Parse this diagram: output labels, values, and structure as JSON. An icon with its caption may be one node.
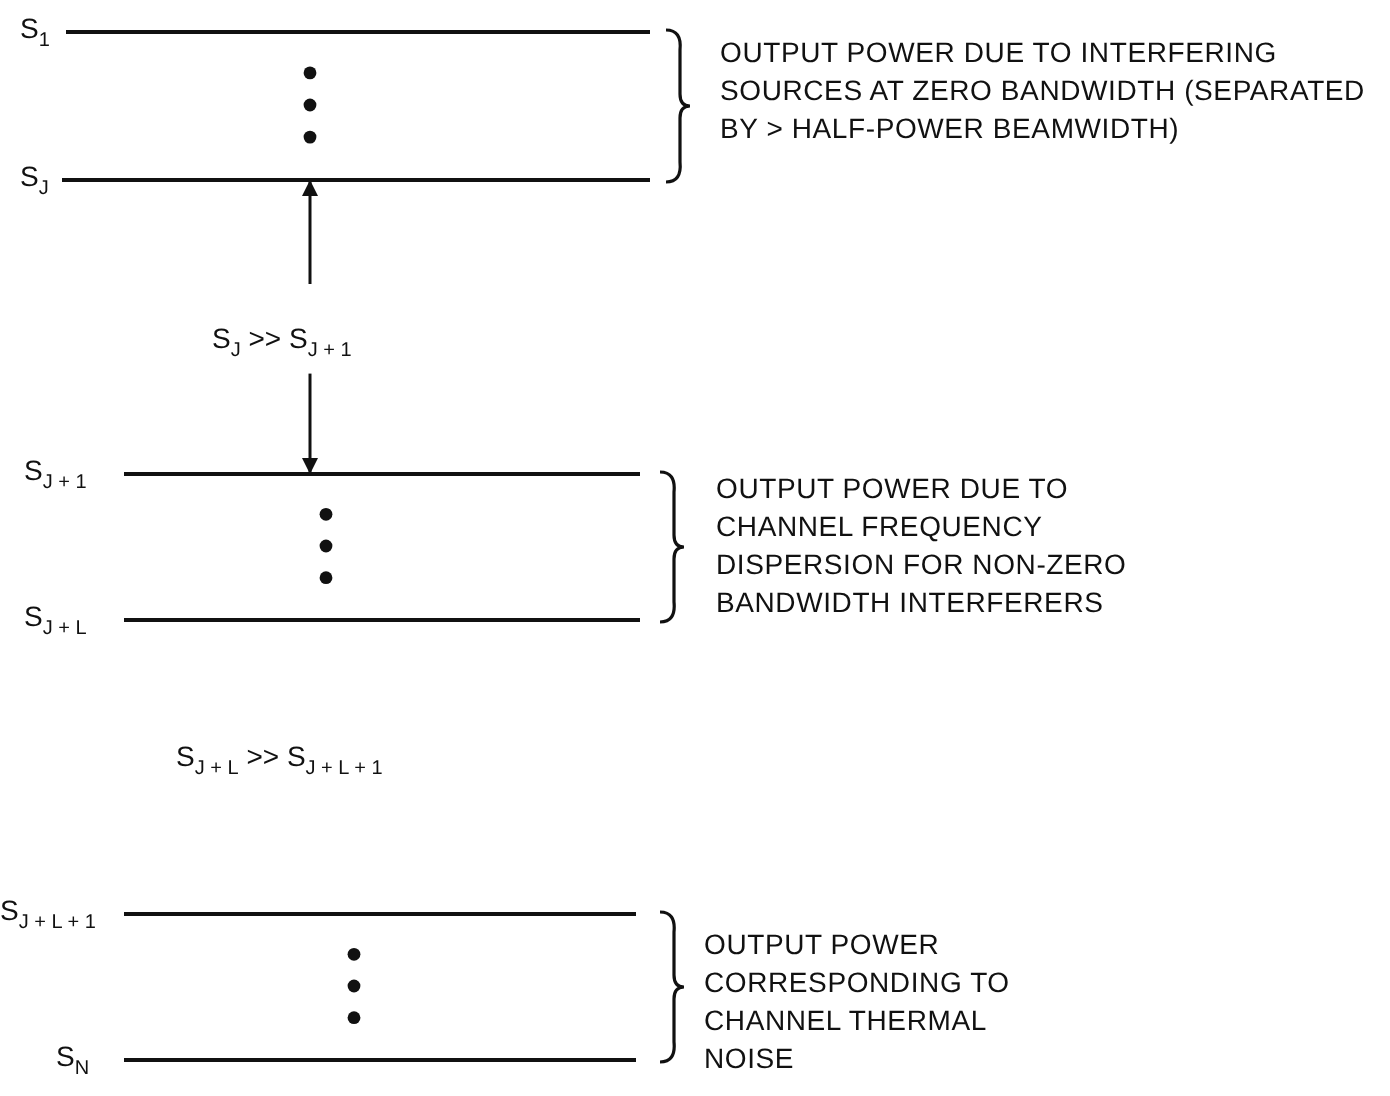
{
  "diagram": {
    "nodes": [
      {
        "text": [],
        "shape": "bar",
        "beside": [
          "S$_{1}$"
        ]
      },
      {
        "text": [],
        "shape": "bar",
        "beside": [
          "S$_{J}$"
        ]
      },
      {
        "text": [
          "S$_{J}$ >> S$_{J + 1}$"
        ]
      },
      {
        "text": [],
        "shape": "bar",
        "beside": [
          "S$_{J + 1}$"
        ]
      },
      {
        "text": [],
        "shape": "bar",
        "beside": [
          "S$_{J + L}$"
        ]
      },
      {
        "text": [
          "S$_{J + L}$ >> S$_{J + L + 1}$"
        ]
      },
      {
        "text": [],
        "shape": "bar",
        "beside": [
          "S$_{J + L + 1}$"
        ]
      },
      {
        "text": [],
        "shape": "bar",
        "beside": [
          "S$_{N}$"
        ]
      }
    ],
    "edges": [
      {
        "from": 2,
        "to": 1,
        "arrow": "to"
      },
      {
        "from": 2,
        "to": 3,
        "arrow": "to"
      }
    ],
    "labels": [
      "OUTPUT POWER DUE TO INTERFERING SOURCES AT ZERO BANDWIDTH (SEPARATED BY > HALF-POWER BEAMWIDTH)",
      "OUTPUT POWER DUE TO CHANNEL FREQUENCY DISPERSION FOR NON-ZERO BANDWIDTH INTERFERERS",
      "OUTPUT POWER CORRESPONDING TO CHANNEL THERMAL NOISE"
    ]
  }
}
